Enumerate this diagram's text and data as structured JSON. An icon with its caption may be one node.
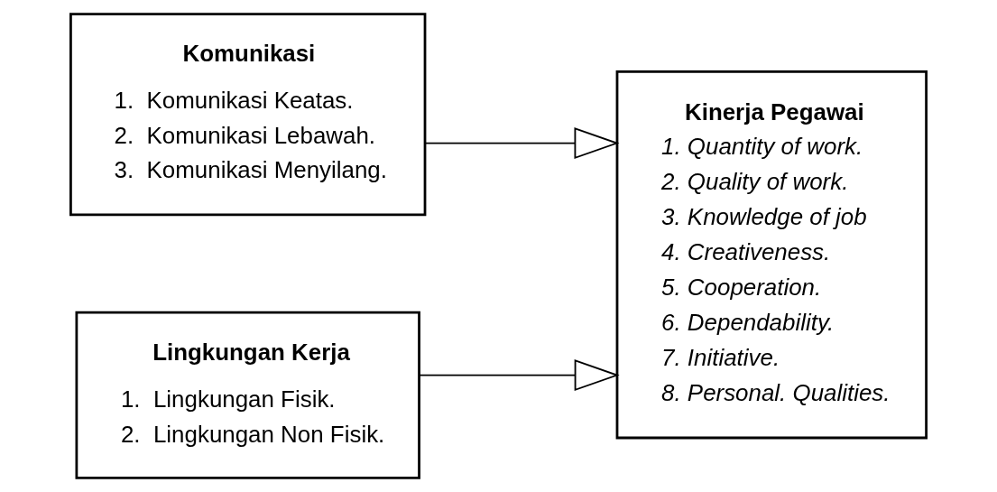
{
  "diagram": {
    "nodes": [
      {
        "text": [
          "Komunikasi",
          "1.  Komunikasi Keatas.",
          "2.  Komunikasi Lebawah.",
          "3.  Komunikasi Menyilang."
        ]
      },
      {
        "text": [
          "Lingkungan Kerja",
          "1.  Lingkungan Fisik.",
          "2.  Lingkungan Non Fisik."
        ]
      },
      {
        "text": [
          "Kinerja Pegawai",
          "1. Quantity of work.",
          "2. Quality of work.",
          "3. Knowledge of job",
          "4. Creativeness.",
          "5. Cooperation.",
          "6. Dependability.",
          "7. Initiative.",
          "8. Personal. Qualities."
        ]
      }
    ],
    "edges": [
      {
        "from": 0,
        "to": 2,
        "arrow": "to"
      },
      {
        "from": 1,
        "to": 2,
        "arrow": "to"
      }
    ]
  }
}
